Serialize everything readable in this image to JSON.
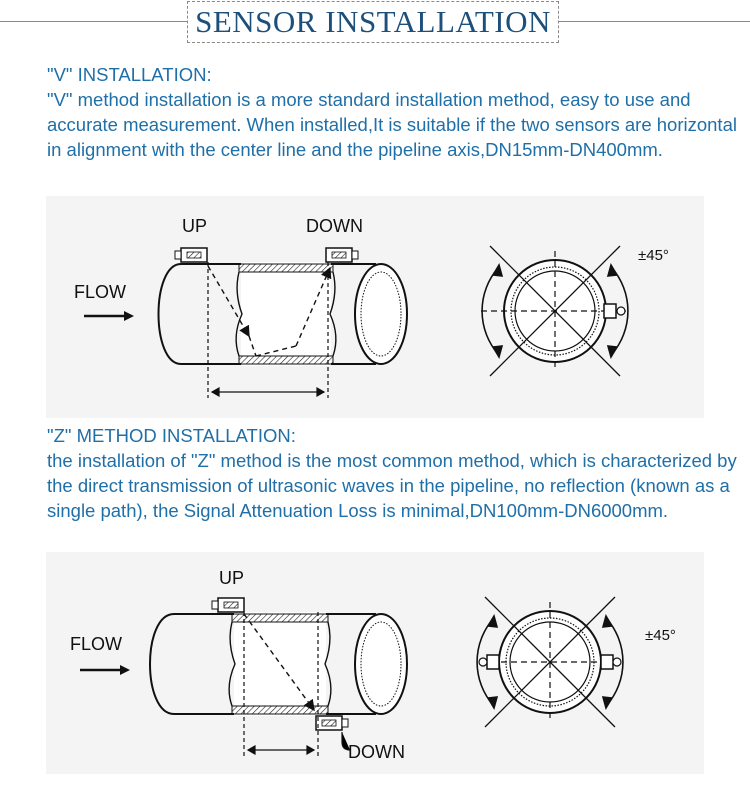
{
  "title": "SENSOR INSTALLATION",
  "v": {
    "heading": "\"V\" INSTALLATION:",
    "text": "\"V\" method installation is a more standard installation method, easy to use and accurate measurement. When installed,It is suitable if the two sensors are horizontal in alignment with the center line and the pipeline axis,DN15mm-DN400mm.",
    "up_label": "UP",
    "down_label": "DOWN",
    "flow_label": "FLOW",
    "angle_label": "±45°"
  },
  "z": {
    "heading": "\"Z\" METHOD INSTALLATION:",
    "text": "the installation of \"Z\" method is the most common method, which is characterized by the direct transmission of ultrasonic waves in the pipeline, no reflection (known as a single path), the Signal Attenuation Loss is minimal,DN100mm-DN6000mm.",
    "up_label": "UP",
    "down_label": "DOWN",
    "flow_label": "FLOW",
    "angle_label": "±45°"
  },
  "icons": {
    "flow_arrow": "arrow-right-icon",
    "sensor": "sensor-clamp-icon",
    "rotation": "rotation-arc-icon"
  }
}
